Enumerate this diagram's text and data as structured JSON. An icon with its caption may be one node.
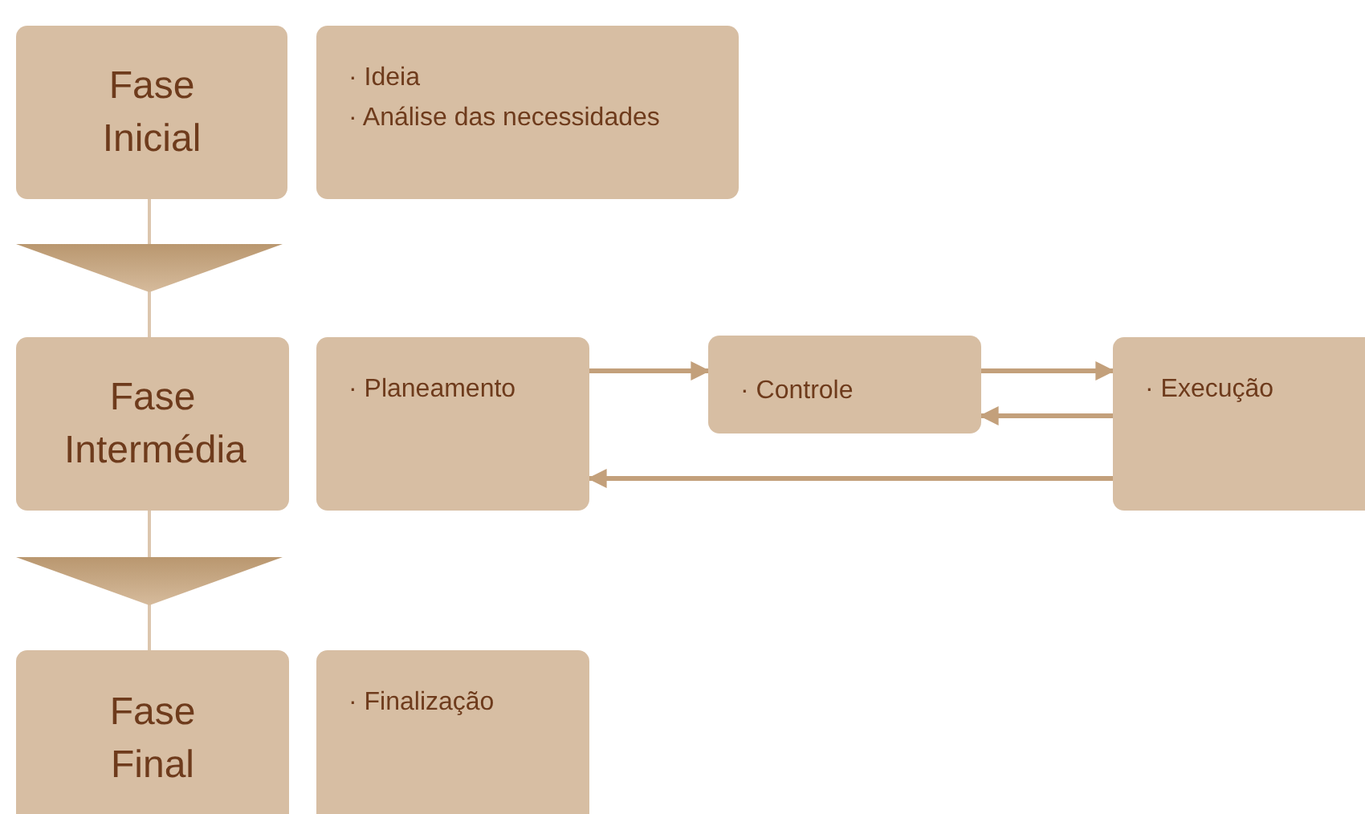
{
  "diagram": {
    "nodes": [
      {
        "text": [
          "Fase Inicial"
        ]
      },
      {
        "text": [
          "· Ideia",
          "· Análise das necessidades"
        ]
      },
      {
        "text": [
          "Fase Intermédia"
        ]
      },
      {
        "text": [
          "· Planeamento"
        ]
      },
      {
        "text": [
          "· Controle"
        ]
      },
      {
        "text": [
          "· Execução"
        ]
      },
      {
        "text": [
          "Fase Final"
        ]
      },
      {
        "text": [
          "· Finalização"
        ]
      }
    ],
    "edges": [
      {
        "from": 0,
        "to": 2,
        "arrow": "to"
      },
      {
        "from": 2,
        "to": 6,
        "arrow": "to"
      },
      {
        "from": 3,
        "to": 4,
        "arrow": "to"
      },
      {
        "from": 4,
        "to": 5,
        "arrow": "to"
      },
      {
        "from": 5,
        "to": 4,
        "arrow": "to"
      },
      {
        "from": 5,
        "to": 3,
        "arrow": "to"
      }
    ]
  }
}
